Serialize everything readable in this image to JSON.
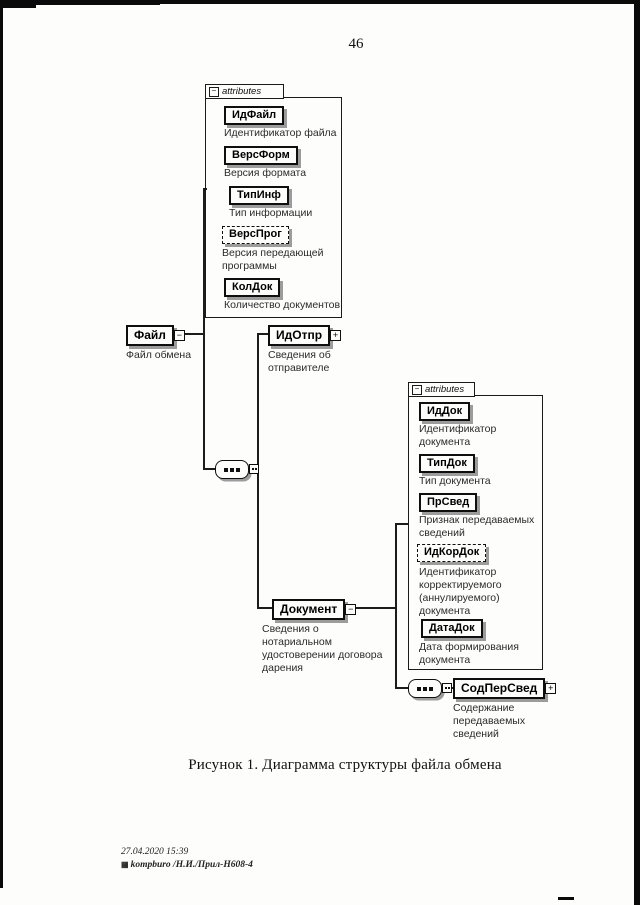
{
  "page": {
    "number": "46",
    "caption": "Рисунок 1. Диаграмма структуры файла обмена",
    "footer_date": "27.04.2020 15:39",
    "footer_stamp": "kompburo /Н.И./Прил-Н608-4"
  },
  "icons": {
    "minus": "−",
    "plus": "+",
    "disk": "▦"
  },
  "diagram": {
    "root": {
      "name": "Файл",
      "desc": "Файл обмена"
    },
    "attrs1": {
      "tab": "attributes",
      "items": [
        {
          "name": "ИдФайл",
          "desc": "Идентификатор файла"
        },
        {
          "name": "ВерсФорм",
          "desc": "Версия формата"
        },
        {
          "name": "ТипИнф",
          "desc": "Тип информации"
        },
        {
          "name": "ВерсПрог",
          "desc": "Версия передающей программы",
          "optional": true
        },
        {
          "name": "КолДок",
          "desc": "Количество документов"
        }
      ]
    },
    "idotpr": {
      "name": "ИдОтпр",
      "desc": "Сведения об отправителе"
    },
    "document": {
      "name": "Документ",
      "desc": "Сведения о нотариальном удостоверении договора дарения"
    },
    "attrs2": {
      "tab": "attributes",
      "items": [
        {
          "name": "ИдДок",
          "desc": "Идентификатор документа"
        },
        {
          "name": "ТипДок",
          "desc": "Тип документа"
        },
        {
          "name": "ПрСвед",
          "desc": "Признак передаваемых сведений"
        },
        {
          "name": "ИдКорДок",
          "desc": "Идентификатор корректируемого (аннулируемого) документа",
          "optional": true
        },
        {
          "name": "ДатаДок",
          "desc": "Дата формирования документа"
        }
      ]
    },
    "sodpersved": {
      "name": "СодПерСвед",
      "desc": "Содержание передаваемых сведений"
    }
  }
}
